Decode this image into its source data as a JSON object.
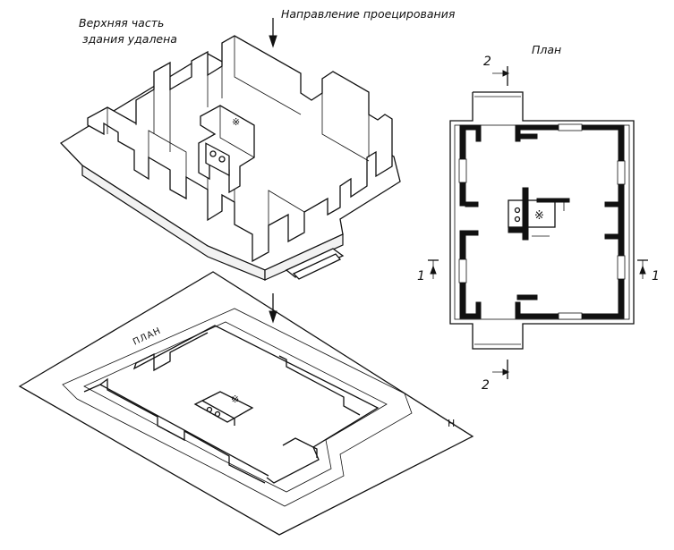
{
  "labels": {
    "removed_top_line1": "Верхняя часть",
    "removed_top_line2": "здания удалена",
    "projection_direction": "Направление проецирования",
    "plan_title": "План",
    "plan_on_sheet": "ПЛАН",
    "sheet_letter": "Н",
    "section_1_left": "1",
    "section_1_right": "1",
    "section_2_top": "2",
    "section_2_bottom": "2"
  },
  "symbols": {
    "stove_mark": "※"
  },
  "colors": {
    "ink": "#111111",
    "paper": "#ffffff"
  }
}
